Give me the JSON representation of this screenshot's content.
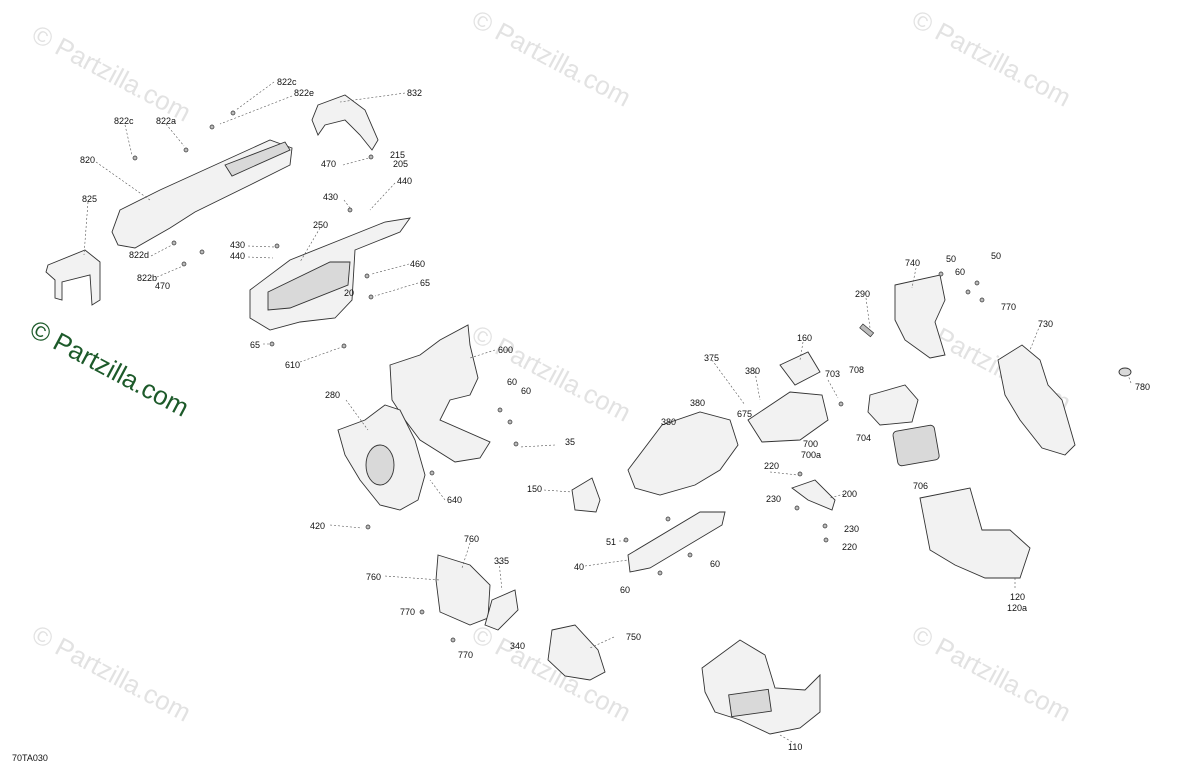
{
  "diagram_code": "70TA030",
  "watermark": {
    "faint_text": "© Partzilla.com",
    "main_text": "© Partzilla.com",
    "main_color": "#1d5a2a",
    "faint_color": "#e2e2e2"
  },
  "callouts": [
    "822c",
    "822e",
    "832",
    "822c",
    "822a",
    "215",
    "205",
    "820",
    "470",
    "440",
    "825",
    "430",
    "250",
    "430",
    "440",
    "822d",
    "460",
    "822b",
    "470",
    "65",
    "20",
    "65",
    "610",
    "600",
    "60",
    "60",
    "280",
    "35",
    "640",
    "420",
    "760",
    "335",
    "760",
    "770",
    "770",
    "340",
    "750",
    "290",
    "740",
    "50",
    "60",
    "50",
    "770",
    "730",
    "780",
    "160",
    "375",
    "380",
    "703",
    "708",
    "380",
    "675",
    "380",
    "700",
    "700a",
    "704",
    "706",
    "220",
    "200",
    "230",
    "230",
    "220",
    "150",
    "51",
    "40",
    "60",
    "60",
    "120",
    "120a",
    "110"
  ]
}
